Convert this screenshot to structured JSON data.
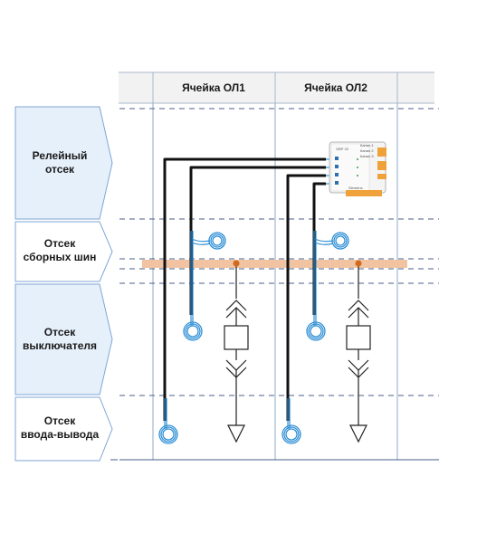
{
  "header": {
    "cells": [
      "Ячейка ОЛ1",
      "Ячейка ОЛ2"
    ]
  },
  "compartments": [
    {
      "id": "relay",
      "line1": "Релейный",
      "line2": "отсек"
    },
    {
      "id": "busbar",
      "line1": "Отсек",
      "line2": "сборных шин"
    },
    {
      "id": "breaker",
      "line1": "Отсек",
      "line2": "выключателя"
    },
    {
      "id": "io",
      "line1": "Отсек",
      "line2": "ввода-вывода"
    }
  ],
  "device": {
    "model": "ОВР 32",
    "brand": "Siemens",
    "port_labels": [
      "Канал 1",
      "Канал 2",
      "Канал 3"
    ]
  },
  "colors": {
    "label_fill": "#e6f0fb",
    "label_stroke": "#7fa6d6",
    "grid_line": "#8fa8c8",
    "busbar": "#f1c3a1",
    "busbar_node": "#d26a1e",
    "cable": "#111111",
    "fiber": "#2e8fd6",
    "device_orange": "#f0a23a"
  }
}
